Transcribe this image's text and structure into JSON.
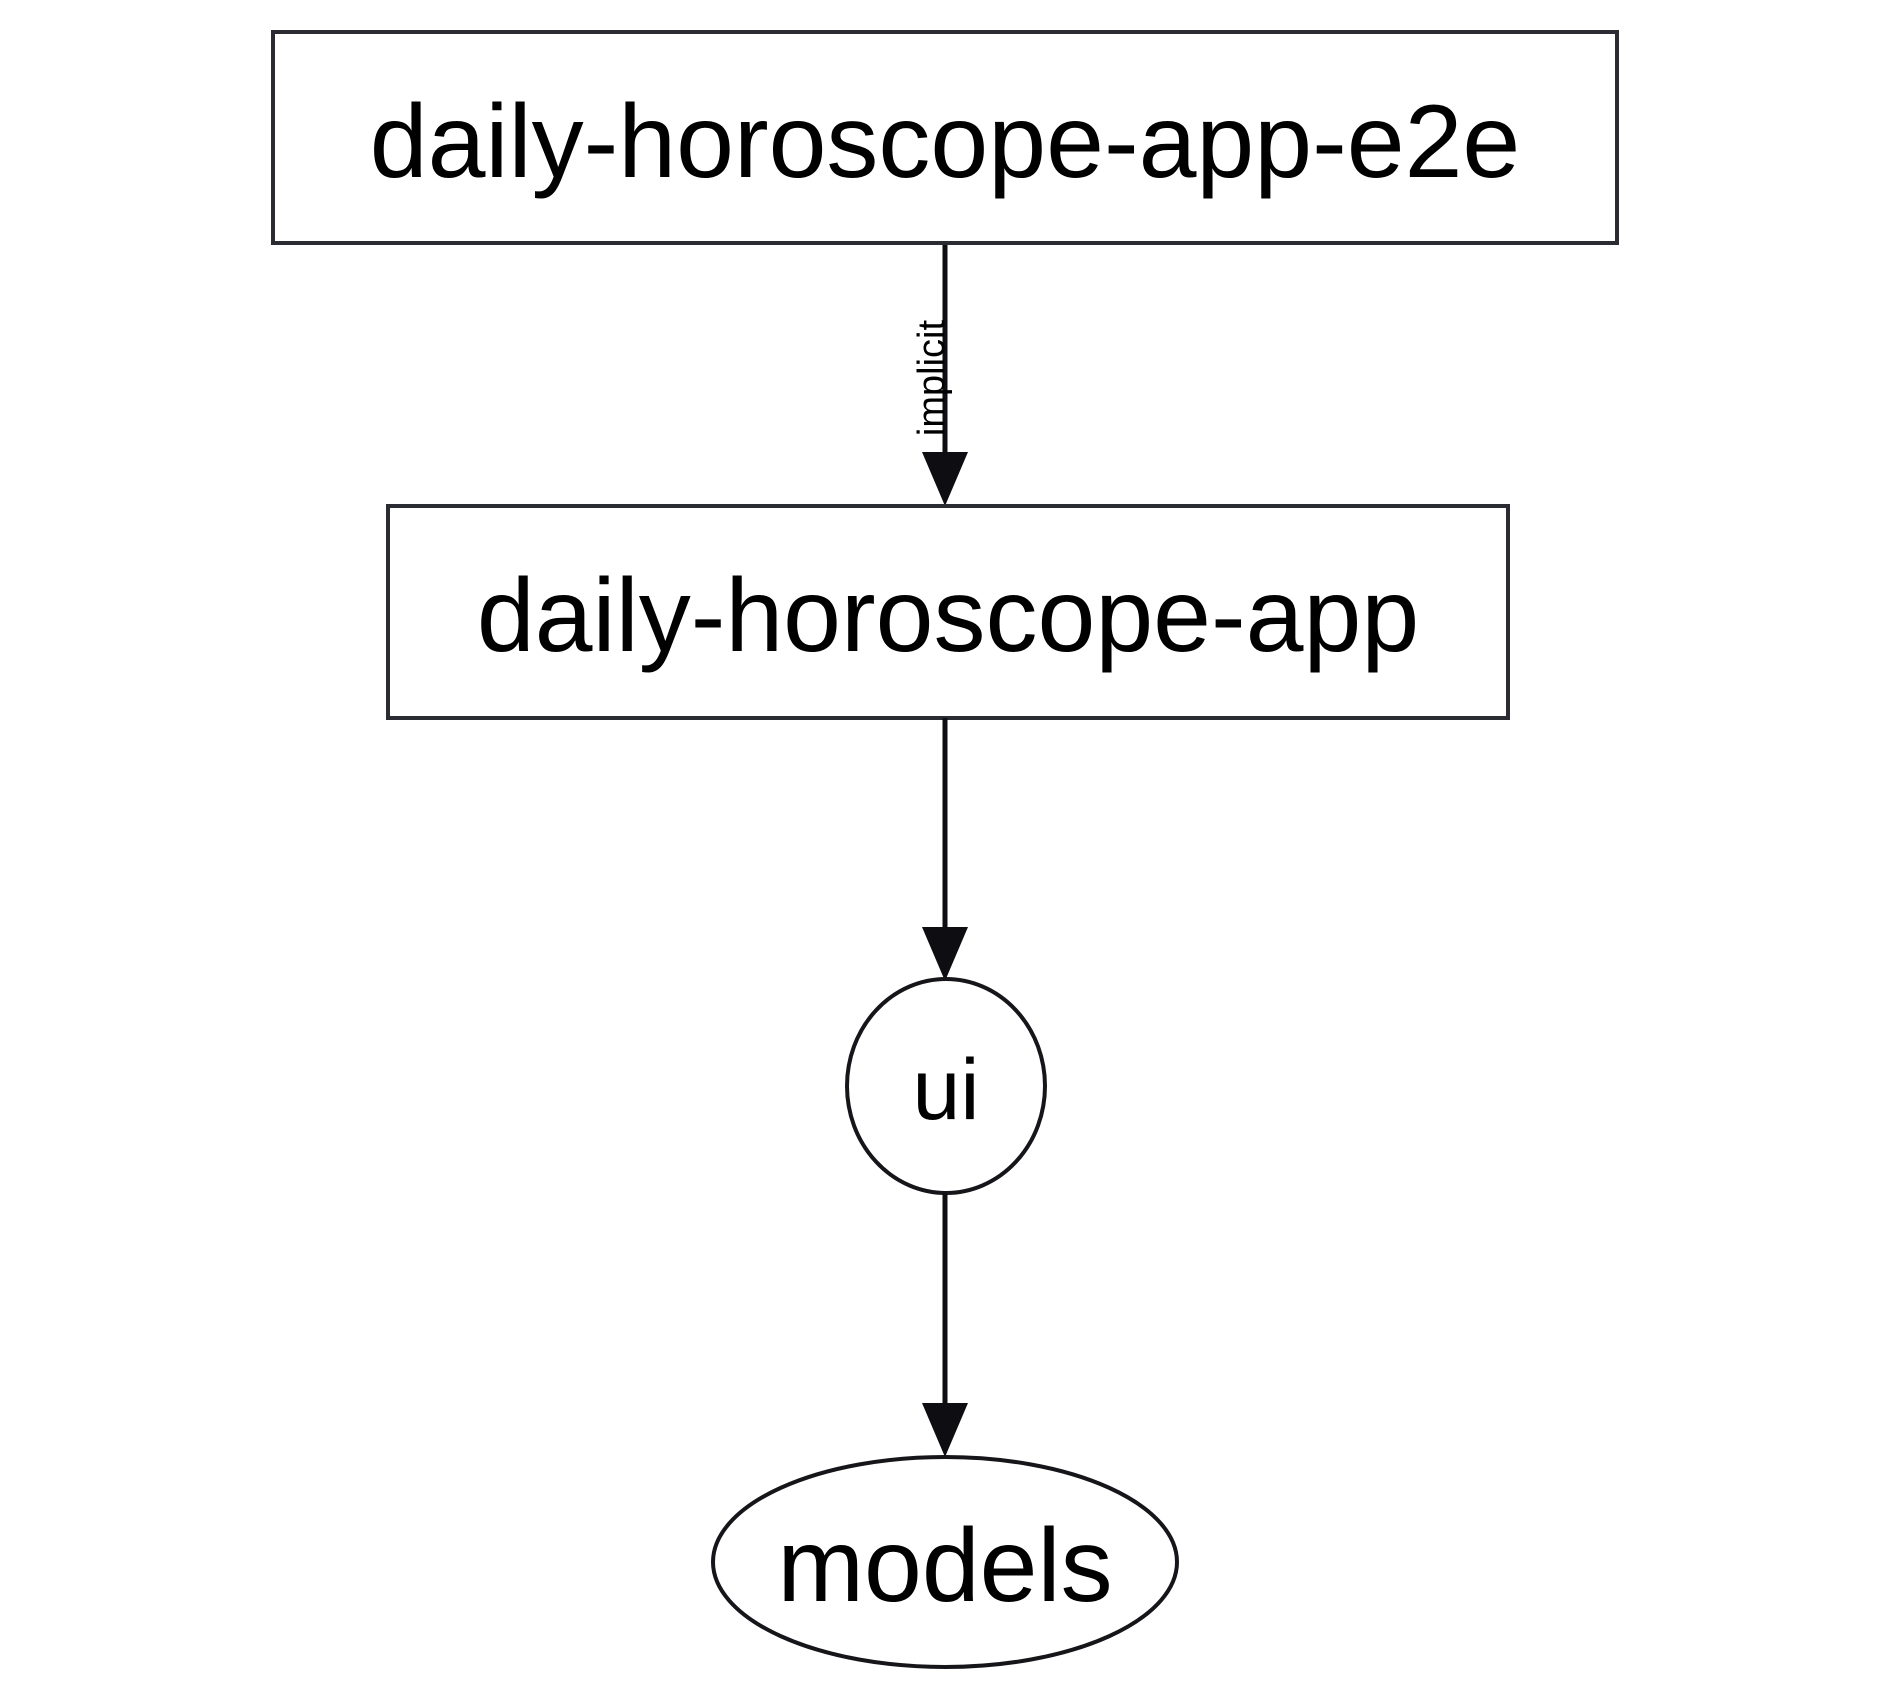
{
  "diagram": {
    "type": "dependency-graph",
    "background_color": "#ffffff",
    "node_stroke_color": "#2b2b33",
    "edge_color": "#0d0d12",
    "text_color": "#000000",
    "nodes": [
      {
        "id": "daily-horoscope-app-e2e",
        "label": "daily-horoscope-app-e2e",
        "shape": "rectangle"
      },
      {
        "id": "daily-horoscope-app",
        "label": "daily-horoscope-app",
        "shape": "rectangle"
      },
      {
        "id": "ui",
        "label": "ui",
        "shape": "ellipse"
      },
      {
        "id": "models",
        "label": "models",
        "shape": "ellipse"
      }
    ],
    "edges": [
      {
        "from": "daily-horoscope-app-e2e",
        "to": "daily-horoscope-app",
        "label": "implicit",
        "label_orientation": "vertical"
      },
      {
        "from": "daily-horoscope-app",
        "to": "ui",
        "label": ""
      },
      {
        "from": "ui",
        "to": "models",
        "label": ""
      }
    ]
  }
}
